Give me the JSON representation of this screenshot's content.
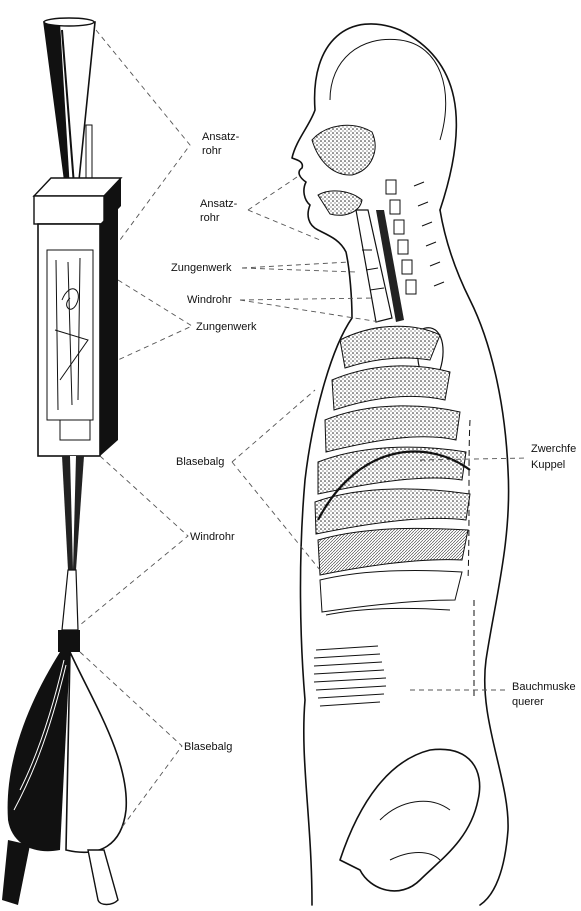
{
  "labels": {
    "instrument_ansatzrohr": [
      "Ansatz-",
      "rohr"
    ],
    "instrument_zungenwerk": "Zungenwerk",
    "instrument_windrohr": "Windrohr",
    "instrument_blasebalg": "Blasebalg",
    "body_ansatzrohr": [
      "Ansatz-",
      "rohr"
    ],
    "body_zungenwerk": "Zungenwerk",
    "body_windrohr": "Windrohr",
    "body_blasebalg": "Blasebalg",
    "body_zwerchfell": [
      "Zwerchfe",
      "Kuppel"
    ],
    "body_bauchmuskel": [
      "Bauchmuske",
      "querer"
    ]
  }
}
